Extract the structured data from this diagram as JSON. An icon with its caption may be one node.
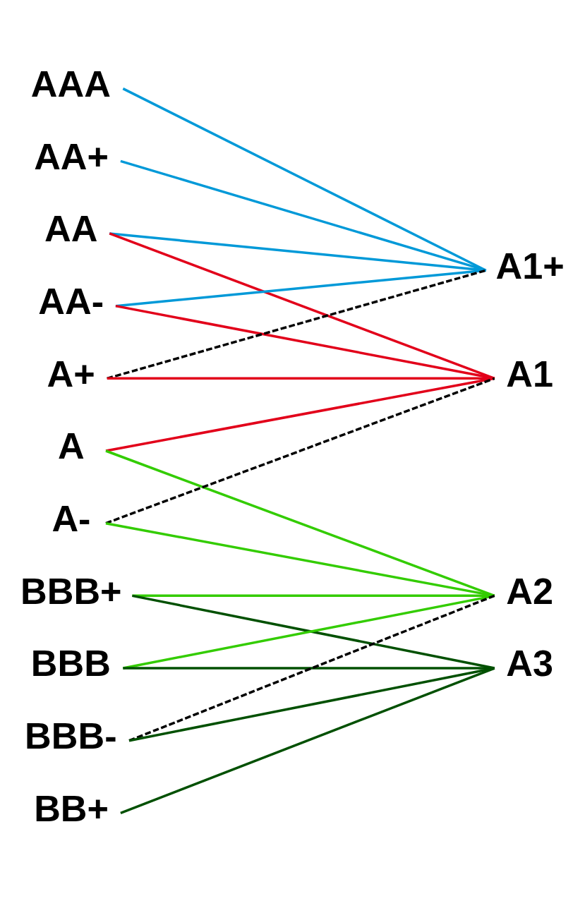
{
  "diagram": {
    "nodes": [
      {
        "text": [
          "AAA"
        ]
      },
      {
        "text": [
          "AA+"
        ]
      },
      {
        "text": [
          "AA"
        ]
      },
      {
        "text": [
          "AA-"
        ]
      },
      {
        "text": [
          "A+"
        ]
      },
      {
        "text": [
          "A"
        ]
      },
      {
        "text": [
          "A-"
        ]
      },
      {
        "text": [
          "BBB+"
        ]
      },
      {
        "text": [
          "BBB"
        ]
      },
      {
        "text": [
          "BBB-"
        ]
      },
      {
        "text": [
          "BB+"
        ]
      },
      {
        "text": [
          "A1+"
        ]
      },
      {
        "text": [
          "A1"
        ]
      },
      {
        "text": [
          "A2"
        ]
      },
      {
        "text": [
          "A3"
        ]
      }
    ],
    "edges": [
      {
        "from": 0,
        "to": 11,
        "arrow": "none",
        "color": "#0099d8"
      },
      {
        "from": 1,
        "to": 11,
        "arrow": "none",
        "color": "#0099d8"
      },
      {
        "from": 2,
        "to": 11,
        "arrow": "none",
        "color": "#0099d8"
      },
      {
        "from": 3,
        "to": 11,
        "arrow": "none",
        "color": "#0099d8"
      },
      {
        "from": 4,
        "to": 11,
        "arrow": "none",
        "style": "dashed",
        "color": "#000000"
      },
      {
        "from": 2,
        "to": 12,
        "arrow": "none",
        "color": "#e2001a"
      },
      {
        "from": 3,
        "to": 12,
        "arrow": "none",
        "color": "#e2001a"
      },
      {
        "from": 4,
        "to": 12,
        "arrow": "none",
        "color": "#e2001a"
      },
      {
        "from": 5,
        "to": 12,
        "arrow": "none",
        "color": "#e2001a"
      },
      {
        "from": 6,
        "to": 12,
        "arrow": "none",
        "style": "dashed",
        "color": "#000000"
      },
      {
        "from": 5,
        "to": 13,
        "arrow": "none",
        "color": "#33cc00"
      },
      {
        "from": 6,
        "to": 13,
        "arrow": "none",
        "color": "#33cc00"
      },
      {
        "from": 7,
        "to": 13,
        "arrow": "none",
        "color": "#33cc00"
      },
      {
        "from": 8,
        "to": 13,
        "arrow": "none",
        "color": "#33cc00"
      },
      {
        "from": 9,
        "to": 13,
        "arrow": "none",
        "style": "dashed",
        "color": "#000000"
      },
      {
        "from": 7,
        "to": 14,
        "arrow": "none",
        "color": "#005000"
      },
      {
        "from": 8,
        "to": 14,
        "arrow": "none",
        "color": "#005000"
      },
      {
        "from": 9,
        "to": 14,
        "arrow": "none",
        "color": "#005000"
      },
      {
        "from": 10,
        "to": 14,
        "arrow": "none",
        "color": "#005000"
      }
    ]
  }
}
